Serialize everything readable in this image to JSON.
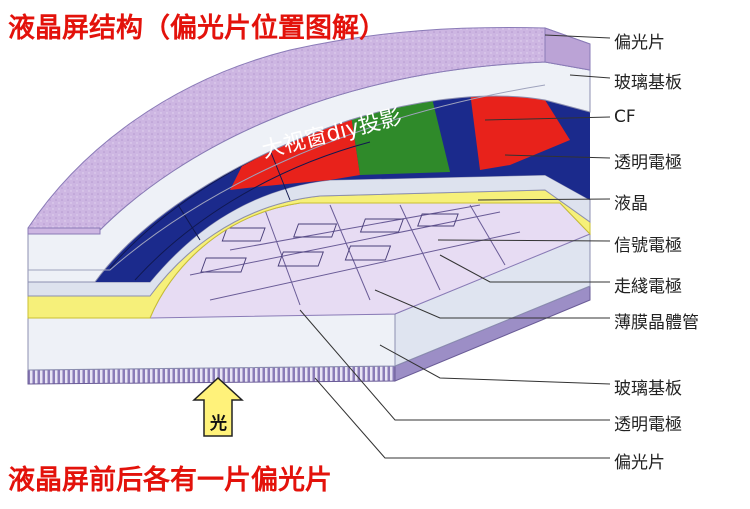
{
  "title_top": "液晶屏结构（偏光片位置图解）",
  "title_bottom": "液晶屏前后各有一片偏光片",
  "watermark": "大视窗diy投影",
  "light_label": "光",
  "labels": [
    "偏光片",
    "玻璃基板",
    "CF",
    "透明電極",
    "液晶",
    "信號電極",
    "走綫電極",
    "薄膜晶體管",
    "玻璃基板",
    "透明電極",
    "偏光片"
  ],
  "colors": {
    "title": "#e3120b",
    "polarizer": "#cdb6e2",
    "glass": "#eef1f7",
    "liquid_crystal": "#f6f07a",
    "red": "#e8221b",
    "green": "#2f8a2a",
    "blue": "#1b2a8c"
  }
}
